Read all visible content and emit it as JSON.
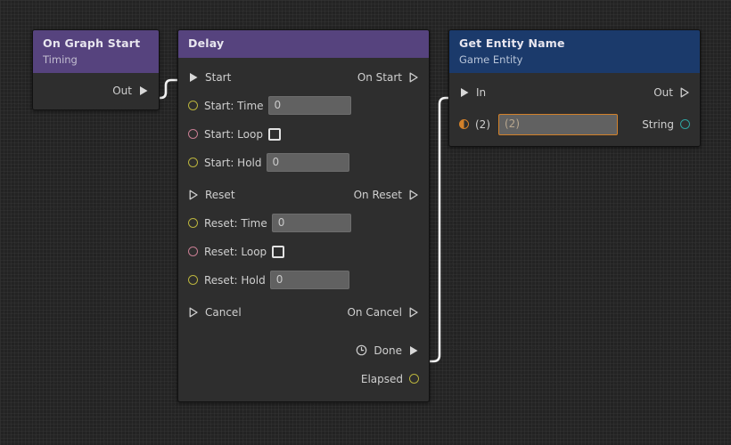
{
  "canvas": {
    "background": "#232323",
    "grid_minor_color": "#2a2a2a",
    "grid_major_color": "#313131"
  },
  "nodes": [
    {
      "id": "on-graph-start",
      "title": "On Graph Start",
      "subtitle": "Timing",
      "header_color": "#56437e",
      "outputs": [
        {
          "label": "Out",
          "kind": "exec",
          "connected": true
        }
      ]
    },
    {
      "id": "delay",
      "title": "Delay",
      "subtitle": "",
      "header_color": "#56437e",
      "rows": [
        {
          "in_label": "Start",
          "in_kind": "exec",
          "in_connected": true,
          "out_label": "On Start",
          "out_kind": "exec",
          "out_connected": false
        },
        {
          "in_label": "Start: Time",
          "in_kind": "number",
          "field": "0"
        },
        {
          "in_label": "Start: Loop",
          "in_kind": "bool",
          "checkbox": false
        },
        {
          "in_label": "Start: Hold",
          "in_kind": "number",
          "field": "0"
        },
        {
          "in_label": "Reset",
          "in_kind": "exec",
          "in_connected": false,
          "out_label": "On Reset",
          "out_kind": "exec",
          "out_connected": false
        },
        {
          "in_label": "Reset: Time",
          "in_kind": "number",
          "field": "0"
        },
        {
          "in_label": "Reset: Loop",
          "in_kind": "bool",
          "checkbox": false
        },
        {
          "in_label": "Reset: Hold",
          "in_kind": "number",
          "field": "0"
        },
        {
          "in_label": "Cancel",
          "in_kind": "exec",
          "in_connected": false,
          "out_label": "On Cancel",
          "out_kind": "exec",
          "out_connected": false
        },
        {
          "out_label": "Done",
          "out_kind": "exec",
          "out_connected": true,
          "out_icon": "clock-icon"
        },
        {
          "out_label": "Elapsed",
          "out_kind": "number"
        }
      ]
    },
    {
      "id": "get-entity-name",
      "title": "Get Entity Name",
      "subtitle": "Game Entity",
      "header_color": "#1b3a6b",
      "rows": [
        {
          "in_label": "In",
          "in_kind": "exec",
          "in_connected": true,
          "out_label": "Out",
          "out_kind": "exec",
          "out_connected": false
        },
        {
          "in_label": "(2)",
          "in_kind": "entity",
          "field": "(2)",
          "field_highlight": true,
          "out_label": "String",
          "out_kind": "string"
        }
      ]
    }
  ],
  "port_colors": {
    "number": "#b9b33d",
    "bool": "#c77d92",
    "string": "#2fa3a0",
    "entity": "#d2812a",
    "exec": "#d8d8d8"
  },
  "connections": [
    {
      "from": "on-graph-start.Out",
      "to": "delay.Start",
      "color": "#f2f2f2"
    },
    {
      "from": "delay.Done",
      "to": "get-entity-name.In",
      "color": "#f2f2f2"
    }
  ]
}
